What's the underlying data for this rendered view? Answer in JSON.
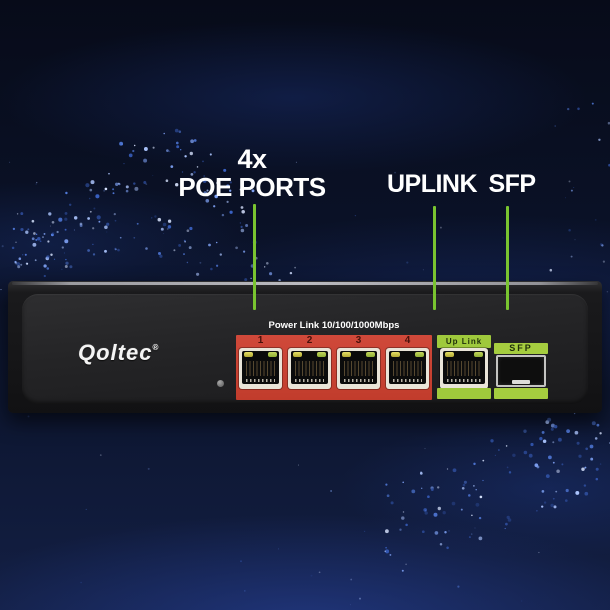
{
  "annotations": {
    "poe_count": "4x",
    "poe_label": "POE PORTS",
    "uplink_label": "UPLINK",
    "sfp_label": "SFP"
  },
  "device": {
    "brand": "Qoltec",
    "registered_mark": "®",
    "ports_title": "Power Link 10/100/1000Mbps",
    "poe_port_numbers": [
      "1",
      "2",
      "3",
      "4"
    ],
    "uplink_port_label": "Up Link",
    "sfp_port_label": "SFP"
  },
  "colors": {
    "poe_red": "#c64130",
    "port_green": "#9fc93c",
    "pointer_green": "#79c430",
    "led_yellow": "#d9d155",
    "led_green": "#a4c247",
    "chassis_black": "#19191b",
    "background_navy": "#0a1126",
    "text_white": "#ffffff"
  }
}
